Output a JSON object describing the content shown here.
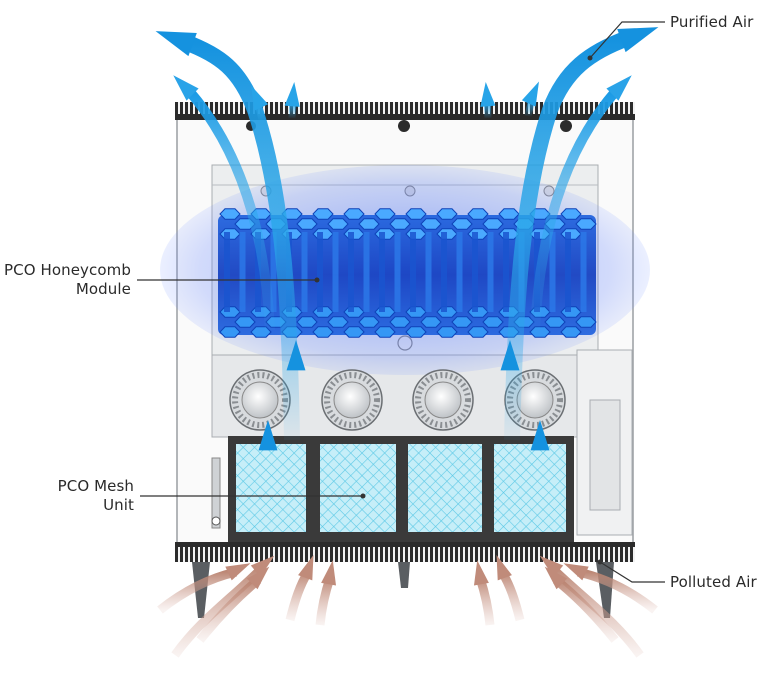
{
  "labels": {
    "purified_air": "Purified Air",
    "pco_honeycomb_line1": "PCO Honeycomb",
    "pco_honeycomb_line2": "Module",
    "pco_mesh_line1": "PCO Mesh",
    "pco_mesh_line2": "Unit",
    "polluted_air": "Polluted Air"
  },
  "colors": {
    "clean_air_arrow": "#1aa3e8",
    "polluted_air_arrow": "#c99a8e",
    "honeycomb_blue": "#1f6fe0",
    "honeycomb_glow": "#2a55ff",
    "mesh_cyan": "#7fd9ee",
    "housing_gray": "#e4e6e8",
    "grille_dark": "#2b2b2b",
    "leader_line": "#333333"
  },
  "icons": [
    "fan-icon",
    "arrow-up-icon"
  ]
}
